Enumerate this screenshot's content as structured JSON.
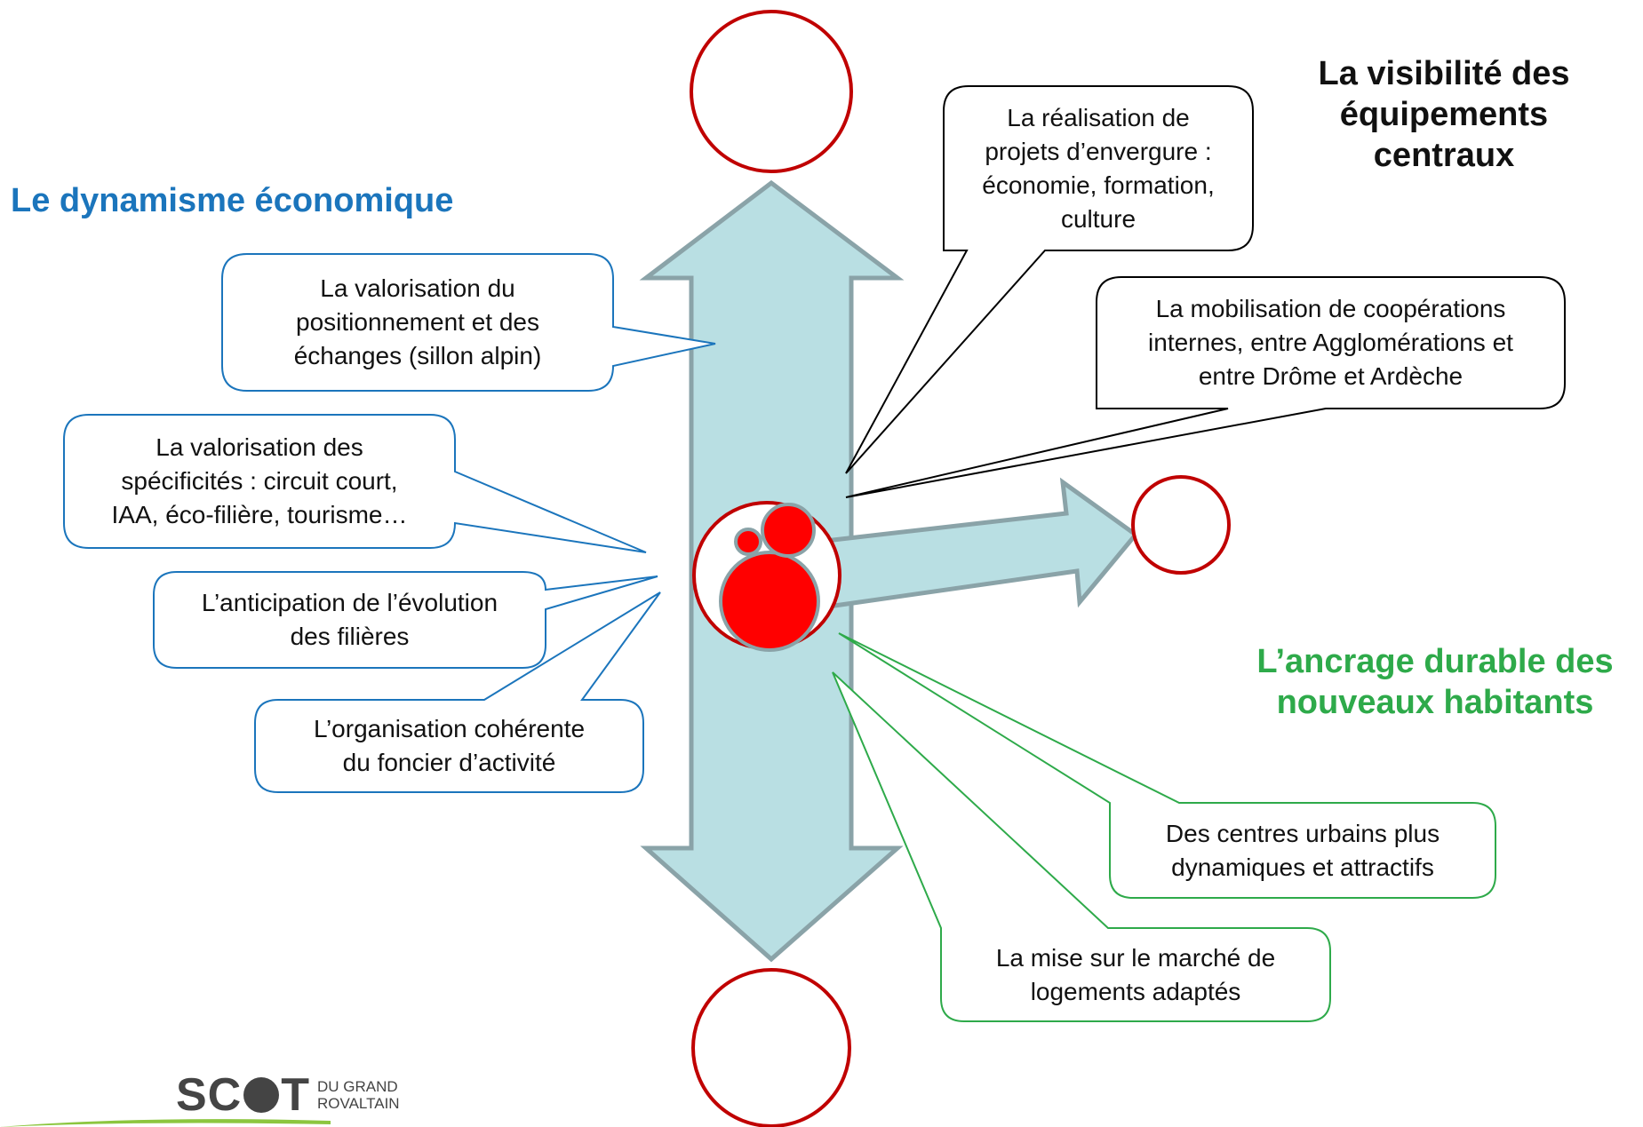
{
  "headings": {
    "top_right": [
      "La visibilité des",
      "équipements",
      "centraux"
    ],
    "left": "Le dynamisme économique",
    "right": [
      "L’ancrage durable des",
      "nouveaux habitants"
    ]
  },
  "boxes": {
    "realisation": [
      "La réalisation de",
      "projets d’envergure :",
      "économie, formation,",
      "culture"
    ],
    "mobilisation": [
      "La mobilisation de coopérations",
      "internes, entre Agglomérations et",
      "entre Drôme et Ardèche"
    ],
    "positionnement": [
      "La valorisation du",
      "positionnement et des",
      "échanges (sillon alpin)"
    ],
    "specificites": [
      "La valorisation des",
      "spécificités : circuit court,",
      "IAA, éco-filière, tourisme…"
    ],
    "anticipation": [
      "L’anticipation de l’évolution",
      "des filières"
    ],
    "organisation": [
      "L’organisation cohérente",
      "du foncier d’activité"
    ],
    "centres": [
      "Des centres urbains plus",
      "dynamiques et attractifs"
    ],
    "logements": [
      "La mise sur le marché de",
      "logements adaptés"
    ]
  },
  "logo": {
    "main_before": "SC",
    "main_after": "T",
    "sub_line1": "DU GRAND",
    "sub_line2": "ROVALTAIN"
  },
  "colors": {
    "blue": "#1b75bc",
    "green": "#2eaa4a",
    "red": "#c00000",
    "arrow_fill": "#b9dfe3",
    "arrow_stroke": "#8aa3a8",
    "logo_line": "#8cc63f"
  }
}
